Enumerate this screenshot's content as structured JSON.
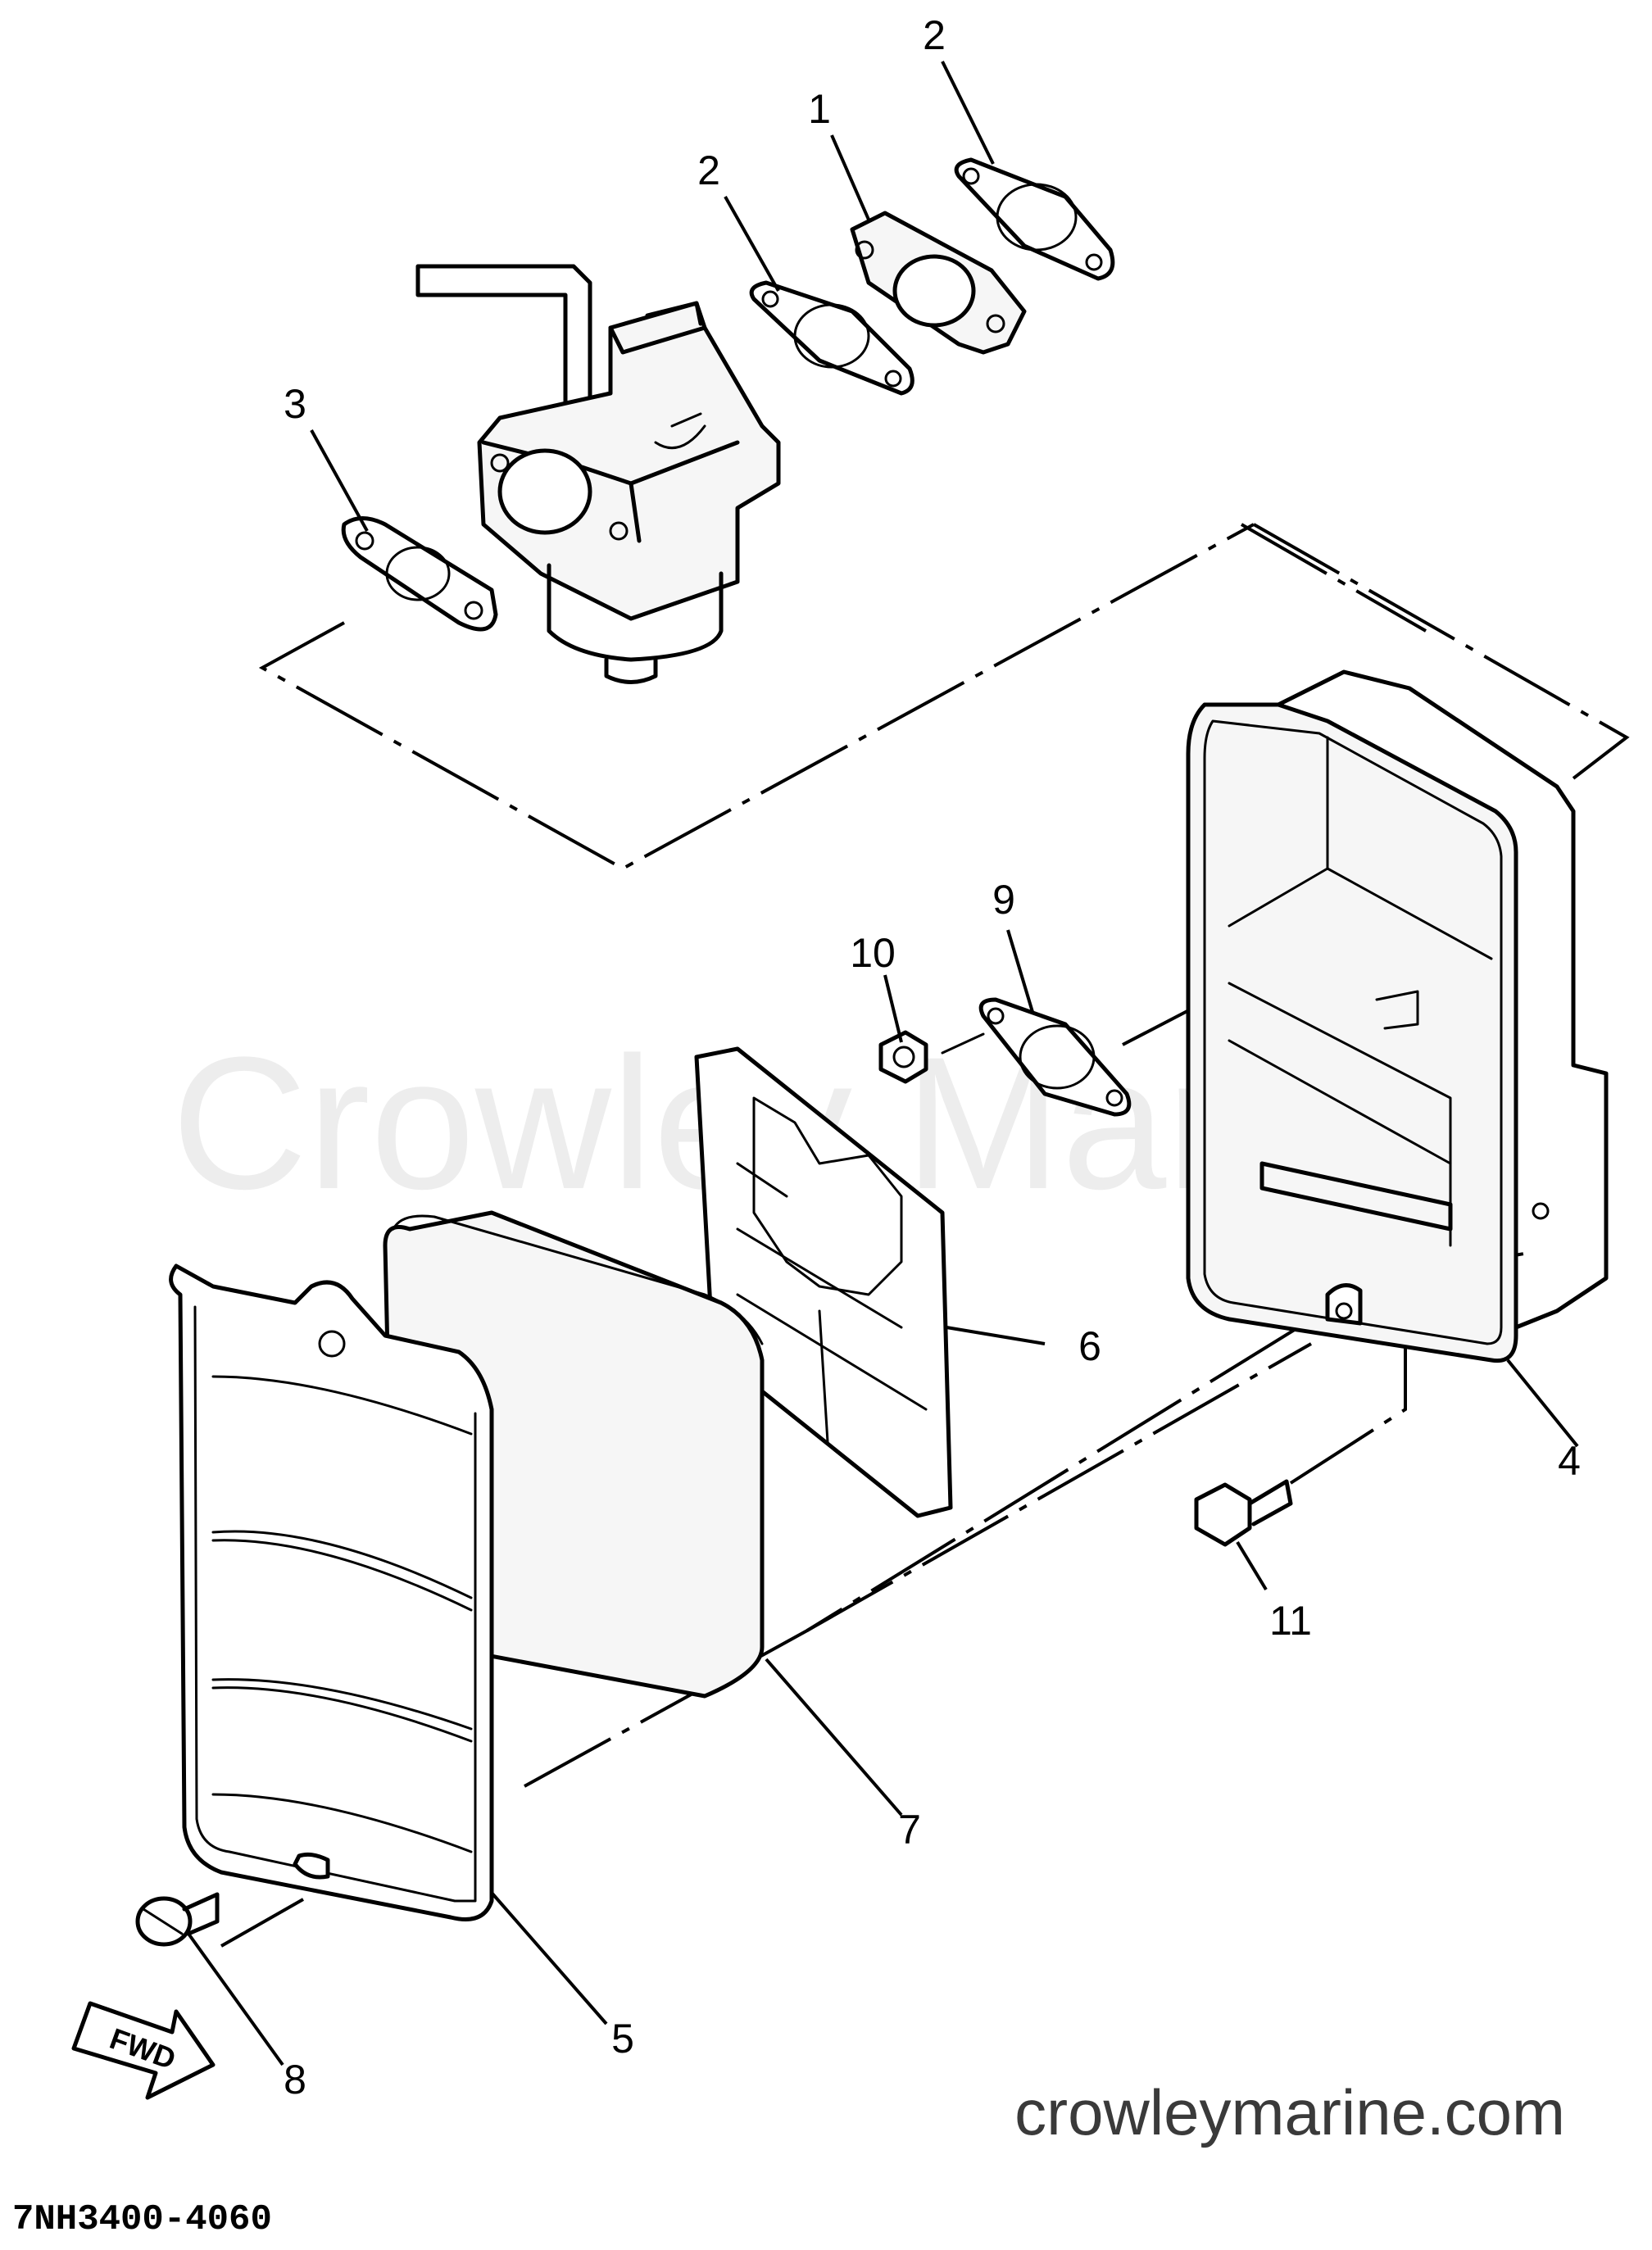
{
  "diagram": {
    "part_number": "7NH3400-4060",
    "watermark_center": "Crowley Marine",
    "watermark_footer": "crowleymarine.com",
    "fwd_arrow_label": "FWD",
    "callouts": [
      {
        "id": "c1",
        "label": "1"
      },
      {
        "id": "c2a",
        "label": "2"
      },
      {
        "id": "c2b",
        "label": "2"
      },
      {
        "id": "c3",
        "label": "3"
      },
      {
        "id": "c4",
        "label": "4"
      },
      {
        "id": "c5",
        "label": "5"
      },
      {
        "id": "c6",
        "label": "6"
      },
      {
        "id": "c7",
        "label": "7"
      },
      {
        "id": "c8",
        "label": "8"
      },
      {
        "id": "c9",
        "label": "9"
      },
      {
        "id": "c10",
        "label": "10"
      },
      {
        "id": "c11",
        "label": "11"
      }
    ]
  }
}
